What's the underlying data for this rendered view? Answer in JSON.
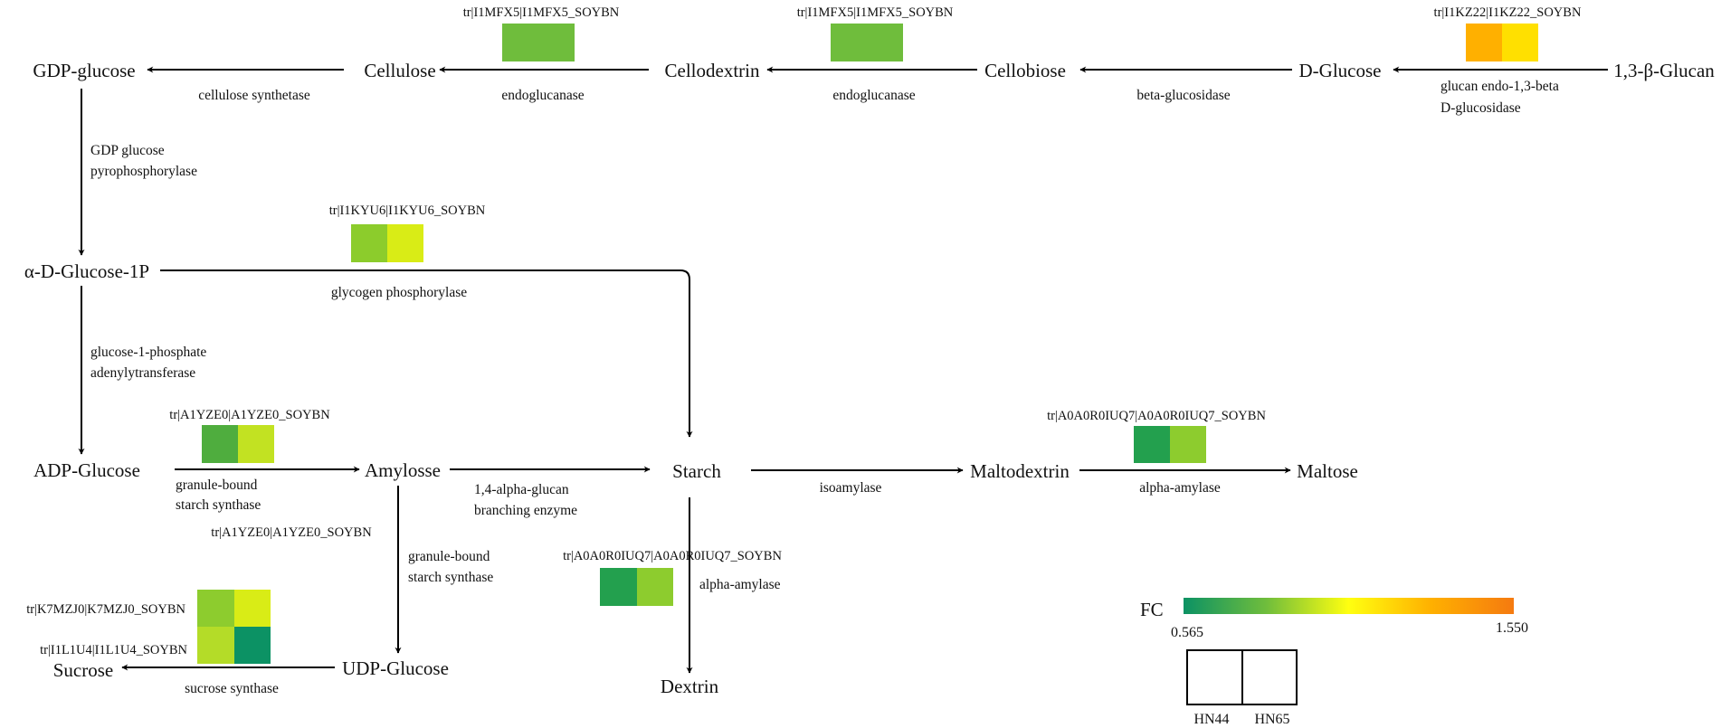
{
  "nodes": {
    "gdp_glucose": "GDP-glucose",
    "cellulose": "Cellulose",
    "cellodextrin": "Cellodextrin",
    "cellobiose": "Cellobiose",
    "d_glucose": "D-Glucose",
    "glucan": "1,3-β-Glucan",
    "glucose_1p": "α-D-Glucose-1P",
    "adp_glucose": "ADP-Glucose",
    "amylosse": "Amylosse",
    "starch": "Starch",
    "maltodextrin": "Maltodextrin",
    "maltose": "Maltose",
    "udp_glucose": "UDP-Glucose",
    "sucrose": "Sucrose",
    "dextrin": "Dextrin"
  },
  "enzymes": {
    "cellulose_synthetase": "cellulose synthetase",
    "endoglucanase_1": "endoglucanase",
    "endoglucanase_2": "endoglucanase",
    "beta_glucosidase": "beta-glucosidase",
    "glucan_endo_line1": "glucan endo-1,3-beta",
    "glucan_endo_line2": "D-glucosidase",
    "gdp_pyro_line1": "GDP glucose",
    "gdp_pyro_line2": "pyrophosphorylase",
    "glycogen_phosphorylase": "glycogen phosphorylase",
    "g1p_adenyl_line1": "glucose-1-phosphate",
    "g1p_adenyl_line2": "adenylytransferase",
    "gbss_h_line1": "granule-bound",
    "gbss_h_line2": "starch synthase",
    "branching_line1": "1,4-alpha-glucan",
    "branching_line2": "branching enzyme",
    "isoamylase": "isoamylase",
    "alpha_amylase_h": "alpha-amylase",
    "gbss_v_line1": "granule-bound",
    "gbss_v_line2": "starch synthase",
    "alpha_amylase_v": "alpha-amylase",
    "sucrose_synthase": "sucrose synthase"
  },
  "proteins": [
    {
      "id": "p_cellulose_endo",
      "label": "tr|I1MFX5|I1MFX5_SOYBN",
      "colors": [
        "#6fbd3c",
        "#6fbd3c"
      ]
    },
    {
      "id": "p_cellodextrin_endo",
      "label": "tr|I1MFX5|I1MFX5_SOYBN",
      "colors": [
        "#6fbd3c",
        "#6fbd3c"
      ]
    },
    {
      "id": "p_glucan",
      "label": "tr|I1KZ22|I1KZ22_SOYBN",
      "colors": [
        "#ffb000",
        "#ffe000"
      ]
    },
    {
      "id": "p_glycogen",
      "label": "tr|I1KYU6|I1KYU6_SOYBN",
      "colors": [
        "#8ccc2c",
        "#d9ec16"
      ]
    },
    {
      "id": "p_gbss_h",
      "label": "tr|A1YZE0|A1YZE0_SOYBN",
      "colors": [
        "#4fad3e",
        "#c2e222"
      ]
    },
    {
      "id": "p_maltodextrin",
      "label": "tr|A0A0R0IUQ7|A0A0R0IUQ7_SOYBN",
      "colors": [
        "#23a04e",
        "#8dcc2e"
      ]
    },
    {
      "id": "p_gbss_v",
      "label": "tr|A1YZE0|A1YZE0_SOYBN",
      "colors": []
    },
    {
      "id": "p_alpha_v",
      "label": "tr|A0A0R0IUQ7|A0A0R0IUQ7_SOYBN",
      "colors": [
        "#23a04e",
        "#8dcc2e"
      ]
    },
    {
      "id": "p_k7mzj0",
      "label": "tr|K7MZJ0|K7MZJ0_SOYBN",
      "colors": [
        "#8dcc2e",
        "#d9ec16"
      ]
    },
    {
      "id": "p_i1l1u4",
      "label": "tr|I1L1U4|I1L1U4_SOYBN",
      "colors": [
        "#b4dc28",
        "#0c9264"
      ]
    }
  ],
  "legend": {
    "label": "FC",
    "min": "0.565",
    "max": "1.550",
    "gradient": [
      "#0c9264",
      "#6fbd3c",
      "#ffff10",
      "#ffb000",
      "#f57a10"
    ],
    "samples": [
      "HN44",
      "HN65"
    ]
  }
}
